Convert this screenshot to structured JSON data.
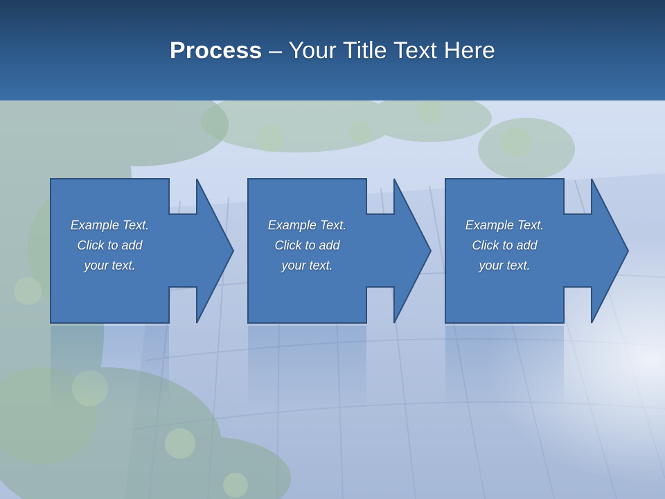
{
  "slide": {
    "title_strong": "Process",
    "title_dash": " – ",
    "title_rest": "Your Title Text Here"
  },
  "steps": [
    {
      "line1": "Example Text.",
      "line2": "Click  to add",
      "line3": "your text."
    },
    {
      "line1": "Example Text.",
      "line2": "Click  to add",
      "line3": "your text."
    },
    {
      "line1": "Example Text.",
      "line2": "Click  to add",
      "line3": "your text."
    }
  ],
  "colors": {
    "title_bar": "#2b5585",
    "step_fill": "#4a7ab5",
    "step_border": "#2c4f7c"
  },
  "icons": [
    "arrow-right-icon"
  ]
}
